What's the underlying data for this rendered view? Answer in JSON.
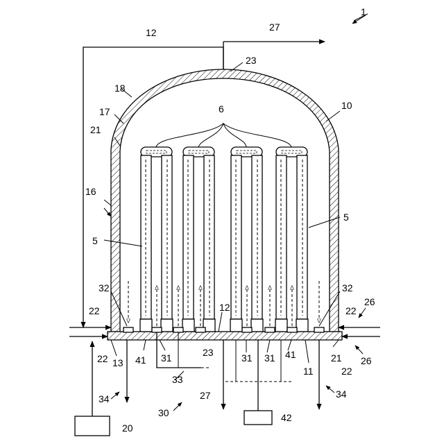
{
  "figure": {
    "ref_1": "1",
    "ref_5": "5",
    "ref_6": "6",
    "ref_10": "10",
    "ref_11": "11",
    "ref_12": "12",
    "ref_13": "13",
    "ref_16": "16",
    "ref_17": "17",
    "ref_18": "18",
    "ref_20": "20",
    "ref_21": "21",
    "ref_22": "22",
    "ref_23": "23",
    "ref_26": "26",
    "ref_27": "27",
    "ref_30": "30",
    "ref_31": "31",
    "ref_32": "32",
    "ref_33": "33",
    "ref_34": "34",
    "ref_41": "41",
    "ref_42": "42"
  }
}
